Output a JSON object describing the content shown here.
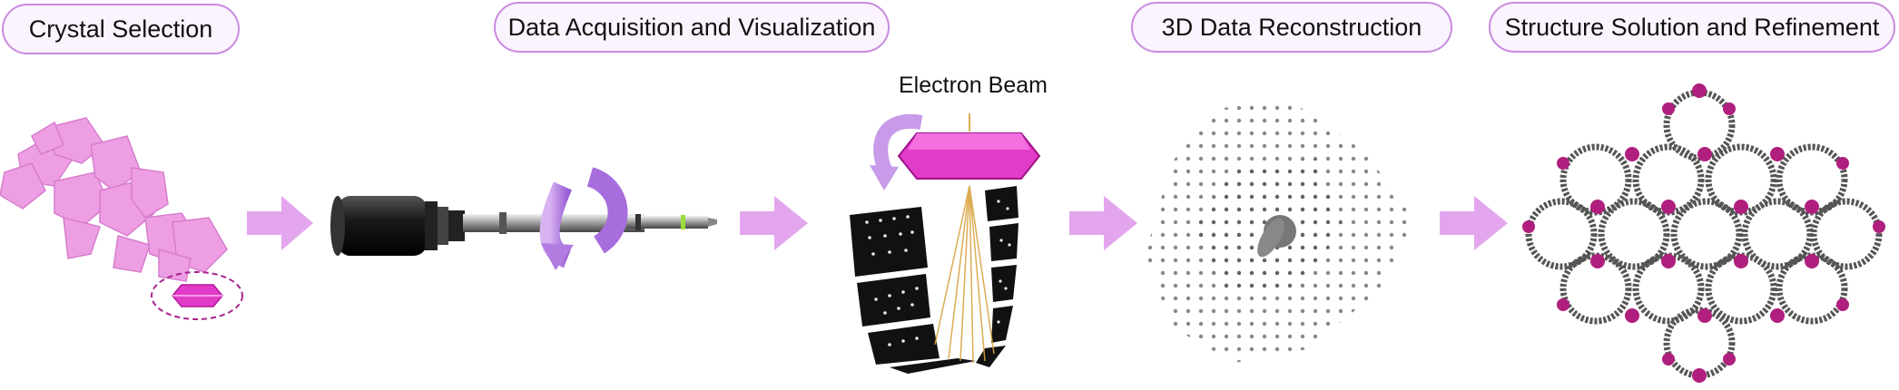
{
  "steps": [
    {
      "label": "Crystal Selection"
    },
    {
      "label": "Data Acquisition and Visualization"
    },
    {
      "label": "3D Data Reconstruction"
    },
    {
      "label": "Structure Solution and Refinement"
    }
  ],
  "beam_label": "Electron Beam",
  "colors": {
    "pill_border": "#c88be0",
    "pill_fill": "#fbf3fd",
    "arrow": "#e3a6ee",
    "crystal": "#e13bc8",
    "rotation": "#b07ce0",
    "framework": "#b01f7e"
  },
  "icons": [
    "right-arrow-icon",
    "rotation-arrow-icon"
  ]
}
